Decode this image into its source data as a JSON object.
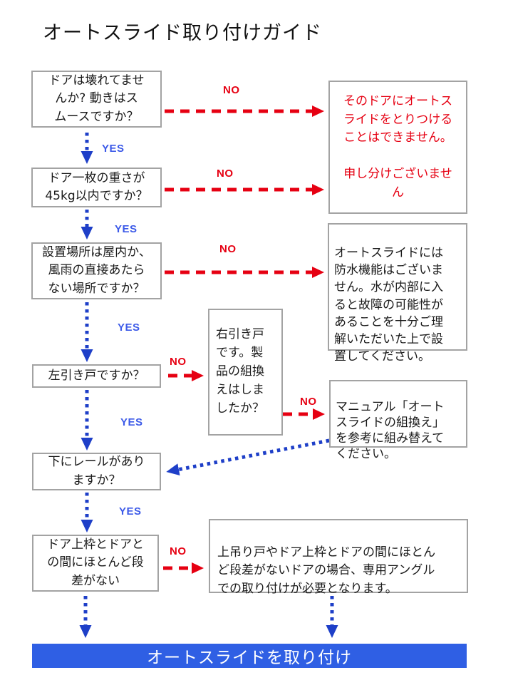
{
  "title": "オートスライド取り付けガイド",
  "labels": {
    "yes": "YES",
    "no": "NO"
  },
  "colors": {
    "accent_red": "#e60012",
    "arrow_blue": "#1e3fc8",
    "label_blue": "#3c5ae8",
    "banner_blue": "#2f5fe4",
    "box_border_gray": "#a3a3a3"
  },
  "nodes": {
    "q_door_ok": {
      "text": "ドアは壊れてませ\nんか? 動きはス\nムースですか？"
    },
    "q_weight": {
      "text": "ドア一枚の重さが\n45kg以内ですか？"
    },
    "q_location": {
      "text": "設置場所は屋内か、\n風雨の直接あたら\nない場所ですか？"
    },
    "q_left_sliding": {
      "text": "左引き戸ですか？"
    },
    "q_rail": {
      "text": "下にレールがあり\nますか？"
    },
    "q_no_step": {
      "text": "ドア上枠とドアと\nの間にほとんど段\n差がない"
    },
    "msg_cannot_install": {
      "text": "そのドアにオートス\nライドをとりつける\nことはできません。\n\n申し分けございませ\nん"
    },
    "msg_waterproof": {
      "text": "オートスライドには\n防水機能はございま\nせん。水が内部に入\nると故障の可能性が\nあることを十分ご理\n解いただいた上で設\n置してください。"
    },
    "q_right_sliding": {
      "text": "右引き戸\nです。製\n品の組換\nえはしま\nしたか？"
    },
    "msg_manual": {
      "text": "マニュアル「オート\nスライドの組換え」\nを参考に組み替えて\nください。"
    },
    "msg_angle": {
      "text": "上吊り戸やドア上枠とドアの間にほとん\nど段差がないドアの場合、専用アングル\nでの取り付けが必要となります。"
    },
    "result": {
      "text": "オートスライドを取り付け"
    }
  }
}
